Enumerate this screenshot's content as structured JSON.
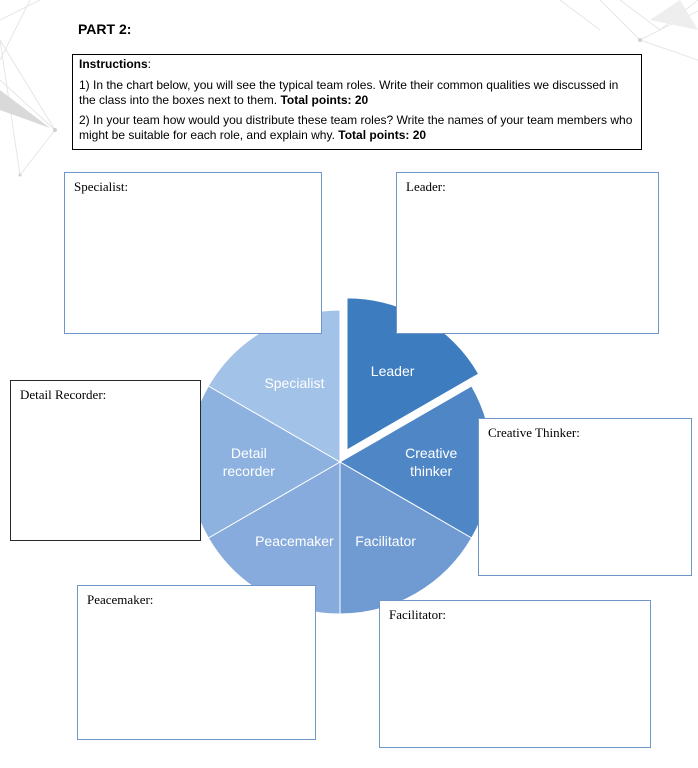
{
  "part_title": "PART 2:",
  "instructions": {
    "heading": "Instructions",
    "heading_suffix": ":",
    "item1_text": "1) In the chart below, you will see the typical team roles. Write their common qualities we discussed in the class into the boxes next to them. ",
    "item1_points": "Total points: 20",
    "item2_text": "2) In your team how would you distribute these team roles? Write the names of your team members who might be suitable for each role, and explain why. ",
    "item2_points": "Total points: 20"
  },
  "boxes": {
    "specialist": "Specialist:",
    "leader": "Leader:",
    "detail_recorder": "Detail Recorder:",
    "creative_thinker": "Creative Thinker:",
    "peacemaker": "Peacemaker:",
    "facilitator": "Facilitator:"
  },
  "chart_data": {
    "type": "pie",
    "slices": [
      {
        "label": [
          "Leader"
        ],
        "value": 1,
        "color": "#3e7cc0",
        "exploded": true
      },
      {
        "label": [
          "Creative",
          "thinker"
        ],
        "value": 1,
        "color": "#4f86c6"
      },
      {
        "label": [
          "Facilitator"
        ],
        "value": 1,
        "color": "#6f9ad2"
      },
      {
        "label": [
          "Peacemaker"
        ],
        "value": 1,
        "color": "#86abdc"
      },
      {
        "label": [
          "Detail",
          "recorder"
        ],
        "value": 1,
        "color": "#8db2e0"
      },
      {
        "label": [
          "Specialist"
        ],
        "value": 1,
        "color": "#a3c2e8"
      }
    ]
  }
}
